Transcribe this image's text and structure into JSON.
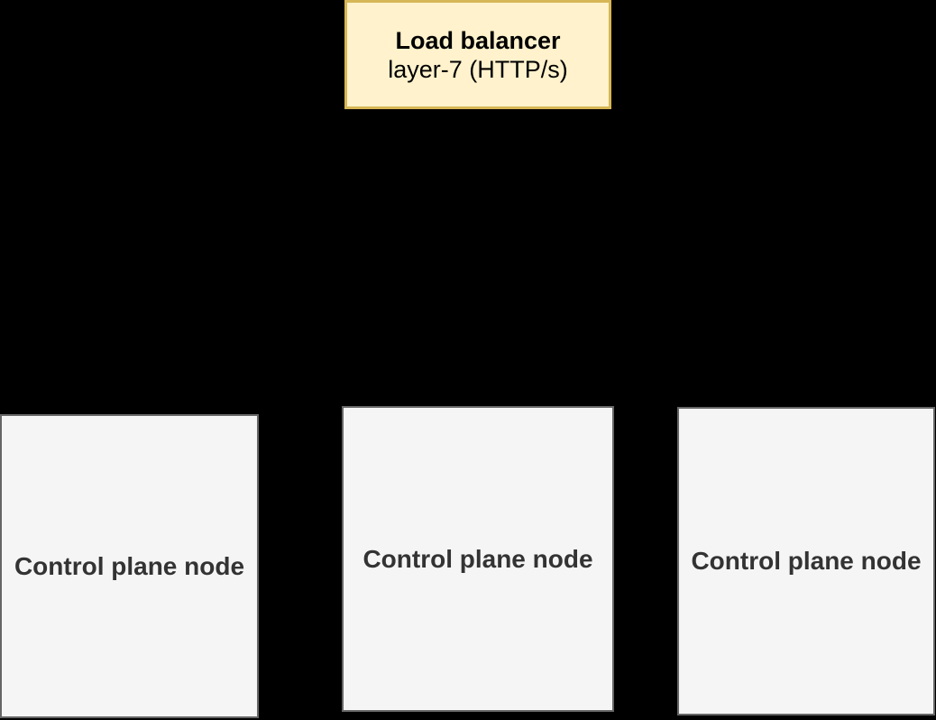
{
  "diagram": {
    "background_color": "#000000",
    "load_balancer": {
      "title": "Load balancer",
      "subtitle": "layer-7 (HTTP/s)",
      "fill_color": "#FFF2CC",
      "border_color": "#D6B656",
      "text_color": "#000000"
    },
    "control_plane_nodes": [
      {
        "label": "Control plane node"
      },
      {
        "label": "Control plane node"
      },
      {
        "label": "Control plane node"
      }
    ],
    "node_style": {
      "fill_color": "#F5F5F5",
      "border_color": "#666666",
      "text_color": "#333333"
    }
  }
}
